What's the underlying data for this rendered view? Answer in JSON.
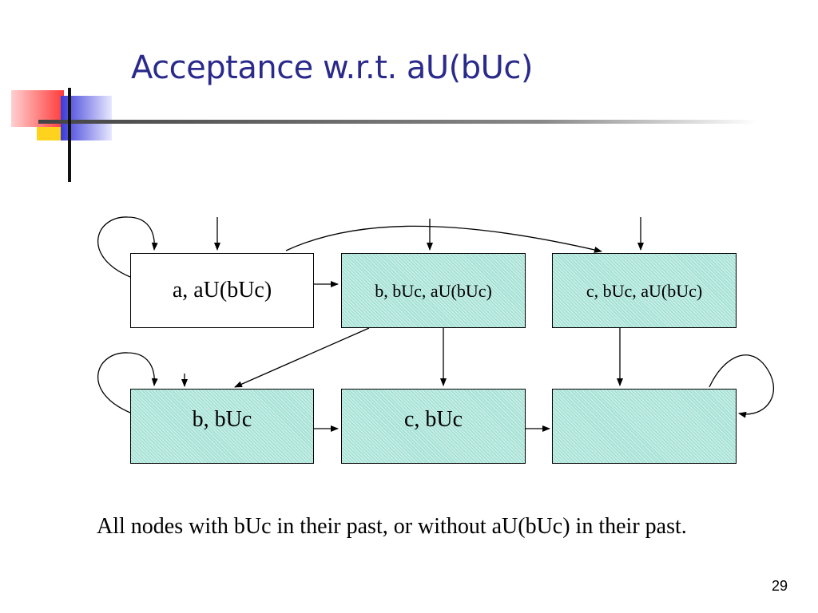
{
  "slide": {
    "title": "Acceptance w.r.t. aU(bUc)",
    "caption": "All nodes with bUc in their past, or without aU(bUc) in their past.",
    "page_number": "29"
  },
  "colors": {
    "title": "#2a2a8c",
    "node_fill": "#a6e2d6",
    "deco_red": "#ff3a3a",
    "deco_blue": "#3a3ad8",
    "deco_yellow": "#ffd21e"
  },
  "diagram": {
    "nodes": [
      {
        "id": "n1",
        "label": "a, aU(bUc)",
        "style": "plain"
      },
      {
        "id": "n2",
        "label": "b, bUc, aU(bUc)",
        "style": "hatched"
      },
      {
        "id": "n3",
        "label": "c, bUc, aU(bUc)",
        "style": "hatched"
      },
      {
        "id": "n4",
        "label": "b, bUc",
        "style": "hatched"
      },
      {
        "id": "n5",
        "label": "c, bUc",
        "style": "hatched"
      },
      {
        "id": "n6",
        "label": "",
        "style": "hatched"
      }
    ],
    "edges": [
      {
        "from": "n1",
        "to": "n1",
        "kind": "self-loop"
      },
      {
        "from": "n1",
        "to": "n2"
      },
      {
        "from": "n1",
        "to": "n3"
      },
      {
        "from": "n2",
        "to": "n4"
      },
      {
        "from": "n2",
        "to": "n5"
      },
      {
        "from": "n3",
        "to": "n6"
      },
      {
        "from": "n4",
        "to": "n4",
        "kind": "self-loop"
      },
      {
        "from": "n4",
        "to": "n5"
      },
      {
        "from": "n5",
        "to": "n6"
      },
      {
        "from": "n6",
        "to": "n6",
        "kind": "self-loop"
      }
    ],
    "initial_nodes": [
      "n1",
      "n2",
      "n3",
      "n4"
    ]
  }
}
